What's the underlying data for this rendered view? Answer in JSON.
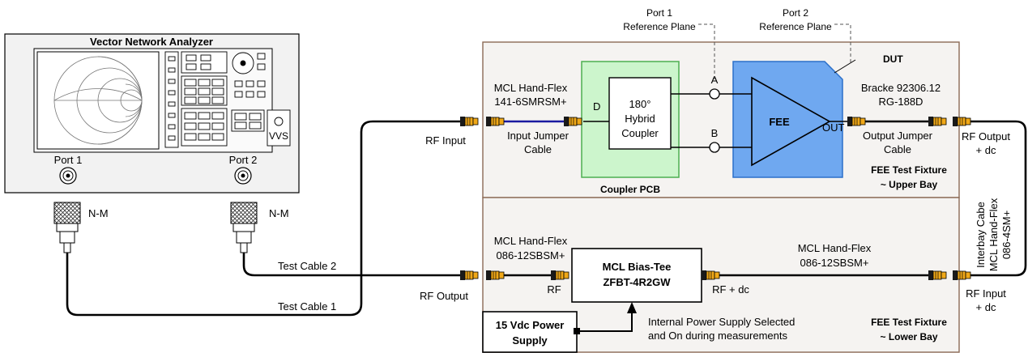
{
  "vna": {
    "title": "Vector Network Analyzer",
    "port1": "Port 1",
    "port2": "Port 2",
    "vvs": "VVS"
  },
  "adapters": {
    "left": "N-M",
    "right": "N-M"
  },
  "cables": {
    "test_cable_1": "Test Cable 1",
    "test_cable_2": "Test Cable 2",
    "input_jumper_1": "MCL Hand-Flex",
    "input_jumper_2": "141-6SMRSM+",
    "input_jumper_label_1": "Input Jumper",
    "input_jumper_label_2": "Cable",
    "output_jumper_1": "Bracke 92306.12",
    "output_jumper_2": "RG-188D",
    "output_jumper_label_1": "Output Jumper",
    "output_jumper_label_2": "Cable",
    "lower_left_1": "MCL Hand-Flex",
    "lower_left_2": "086-12SBSM+",
    "lower_right_1": "MCL Hand-Flex",
    "lower_right_2": "086-12SBSM+",
    "interbay_1": "Interbay Cabe",
    "interbay_2": "MCL Hand-Flex",
    "interbay_3": "086-4SM+"
  },
  "ports": {
    "rf_input": "RF Input",
    "rf_output_left": "RF Output",
    "rf_output_right_1": "RF Output",
    "rf_output_right_2": "+ dc",
    "rf_input_right_1": "RF Input",
    "rf_input_right_2": "+ dc"
  },
  "reference_planes": {
    "port1_line1": "Port 1",
    "port1_line2": "Reference Plane",
    "port2_line1": "Port 2",
    "port2_line2": "Reference Plane"
  },
  "coupler": {
    "line1": "180°",
    "line2": "Hybrid",
    "line3": "Coupler",
    "port_d": "D",
    "port_a": "A",
    "port_b": "B",
    "pcb_label": "Coupler PCB"
  },
  "fee": {
    "label": "FEE",
    "out": "OUT",
    "dut": "DUT"
  },
  "fixture": {
    "upper_1": "FEE Test Fixture",
    "upper_2": "~ Upper Bay",
    "lower_1": "FEE Test Fixture",
    "lower_2": "~ Lower Bay"
  },
  "bias_tee": {
    "line1": "MCL Bias-Tee",
    "line2": "ZFBT-4R2GW",
    "rf": "RF",
    "rf_dc": "RF + dc"
  },
  "power_supply": {
    "line1": "15 Vdc Power",
    "line2": "Supply",
    "note1": "Internal Power Supply Selected",
    "note2": "and On during measurements"
  },
  "colors": {
    "pcb_fill": "#ccf5cc",
    "pcb_stroke": "#4caf50",
    "fee_fill": "#6fa8f0",
    "fee_stroke": "#2b6fc9",
    "fixture_fill": "#f5f3f1",
    "connector_gold": "#f0a818",
    "jumper_blue": "#1a1aa0"
  }
}
